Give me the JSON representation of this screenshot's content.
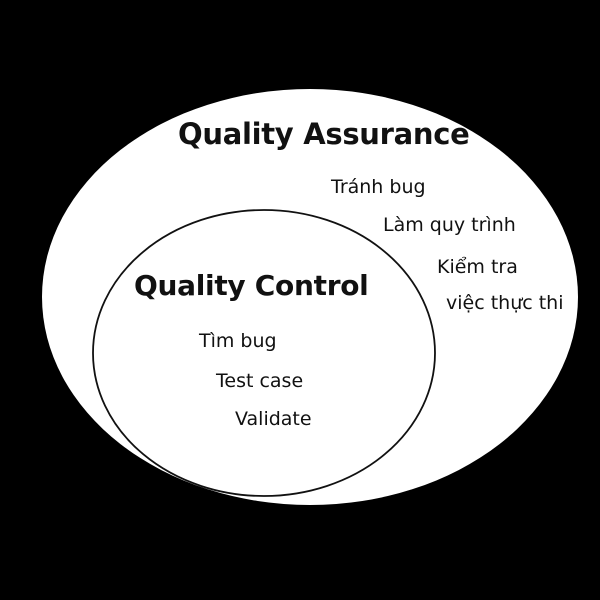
{
  "colors": {
    "background": "#000000",
    "circle_fill": "#ffffff",
    "circle_stroke": "#111111",
    "text": "#111111"
  },
  "outer": {
    "title": "Quality Assurance",
    "items": [
      "Tránh bug",
      "Làm quy trình",
      "Kiểm tra",
      "việc thực thi"
    ]
  },
  "inner": {
    "title": "Quality Control",
    "items": [
      "Tìm bug",
      "Test case",
      "Validate"
    ]
  }
}
